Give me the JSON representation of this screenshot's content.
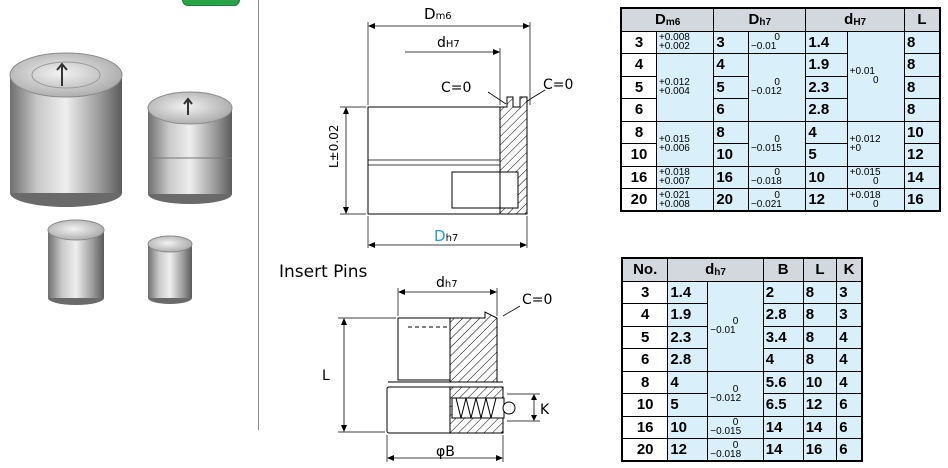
{
  "drawing_top": {
    "dm6_label": "D",
    "dm6_sub": "m6",
    "dh7_label": "d",
    "dh7_sub": "H7",
    "c0_left": "C=0",
    "c0_right": "C=0",
    "length_label": "L±0.02",
    "Dh7_label": "D",
    "Dh7_sub": "h7"
  },
  "drawing_bottom": {
    "title": "Insert Pins",
    "dh7_label": "d",
    "dh7_sub": "h7",
    "c0_label": "C=0",
    "L_label": "L",
    "K_label": "K",
    "B_label": "φB"
  },
  "table_sleeve": {
    "headers": [
      "Dm6",
      "Dh7",
      "dH7",
      "L"
    ],
    "header_main": [
      "D",
      "D",
      "d",
      "L"
    ],
    "header_sub": [
      "m6",
      "h7",
      "H7",
      ""
    ],
    "rows": [
      {
        "D": "3",
        "Dtol_u": "+0.008",
        "Dtol_l": "+0.002",
        "Dh": "3",
        "Dh_tol_u": "0",
        "Dh_tol_l": "−0.01",
        "d": "1.4",
        "L": "8"
      },
      {
        "D": "4",
        "Dh": "4",
        "d": "1.9",
        "L": "8"
      },
      {
        "D": "5",
        "Dh": "5",
        "d": "2.3",
        "L": "8"
      },
      {
        "D": "6",
        "Dh": "6",
        "d": "2.8",
        "L": "8"
      },
      {
        "D": "8",
        "Dh": "8",
        "d": "4",
        "L": "10"
      },
      {
        "D": "10",
        "Dh": "10",
        "d": "5",
        "L": "12"
      },
      {
        "D": "16",
        "Dh": "16",
        "d": "10",
        "L": "14"
      },
      {
        "D": "20",
        "Dh": "20",
        "d": "12",
        "L": "16"
      }
    ],
    "tol_D_456": {
      "u": "+0.012",
      "l": "+0.004"
    },
    "tol_D_810": {
      "u": "+0.015",
      "l": "+0.006"
    },
    "tol_D_16": {
      "u": "+0.018",
      "l": "+0.007"
    },
    "tol_D_20": {
      "u": "+0.021",
      "l": "+0.008"
    },
    "tol_Dh_3": {
      "u": "0",
      "l": "−0.01"
    },
    "tol_Dh_456": {
      "u": "0",
      "l": "−0.012"
    },
    "tol_Dh_810": {
      "u": "0",
      "l": "−0.015"
    },
    "tol_Dh_16": {
      "u": "0",
      "l": "−0.018"
    },
    "tol_Dh_20": {
      "u": "0",
      "l": "−0.021"
    },
    "tol_d_36": {
      "u": "+0.01",
      "l": "0"
    },
    "tol_d_810": {
      "u": "+0.012",
      "l": "+0"
    },
    "tol_d_16": {
      "u": "+0.015",
      "l": "0"
    },
    "tol_d_20": {
      "u": "+0.018",
      "l": "0"
    }
  },
  "table_pins": {
    "headers": [
      "No.",
      "dh7",
      "B",
      "L",
      "K"
    ],
    "rows": [
      {
        "no": "3",
        "d": "1.4",
        "B": "2",
        "L": "8",
        "K": "3"
      },
      {
        "no": "4",
        "d": "1.9",
        "B": "2.8",
        "L": "8",
        "K": "3"
      },
      {
        "no": "5",
        "d": "2.3",
        "B": "3.4",
        "L": "8",
        "K": "4"
      },
      {
        "no": "6",
        "d": "2.8",
        "B": "4",
        "L": "8",
        "K": "4"
      },
      {
        "no": "8",
        "d": "4",
        "B": "5.6",
        "L": "10",
        "K": "4"
      },
      {
        "no": "10",
        "d": "5",
        "B": "6.5",
        "L": "12",
        "K": "6"
      },
      {
        "no": "16",
        "d": "10",
        "B": "14",
        "L": "14",
        "K": "6"
      },
      {
        "no": "20",
        "d": "12",
        "B": "14",
        "L": "16",
        "K": "6"
      }
    ],
    "tol_36": {
      "u": "0",
      "l": "−0.01"
    },
    "tol_810": {
      "u": "0",
      "l": "−0.012"
    },
    "tol_16": {
      "u": "0",
      "l": "−0.015"
    },
    "tol_20": {
      "u": "0",
      "l": "−0.018"
    }
  },
  "colors": {
    "accent_blue": "#1a9fe0",
    "table_fill": "#d9eff9",
    "header_fill": "#d2d8de",
    "green": "#27a348"
  }
}
